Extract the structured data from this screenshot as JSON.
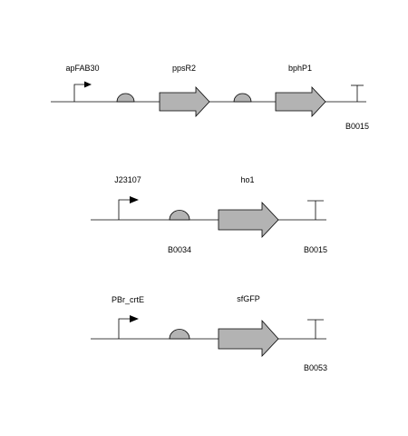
{
  "colors": {
    "cds_fill": "#b3b3b3",
    "rbs_fill": "#b3b3b3",
    "stroke": "#000000",
    "background": "#ffffff"
  },
  "constructs": [
    {
      "promoter": "apFAB30",
      "rbs1": "",
      "gene1": "ppsR2",
      "rbs2": "",
      "gene2": "bphP1",
      "terminator": "B0015"
    },
    {
      "promoter": "J23107",
      "rbs1": "B0034",
      "gene1": "ho1",
      "terminator": "B0015"
    },
    {
      "promoter": "PBr_crtE",
      "rbs1": "",
      "gene1": "sfGFP",
      "terminator": "B0053"
    }
  ]
}
